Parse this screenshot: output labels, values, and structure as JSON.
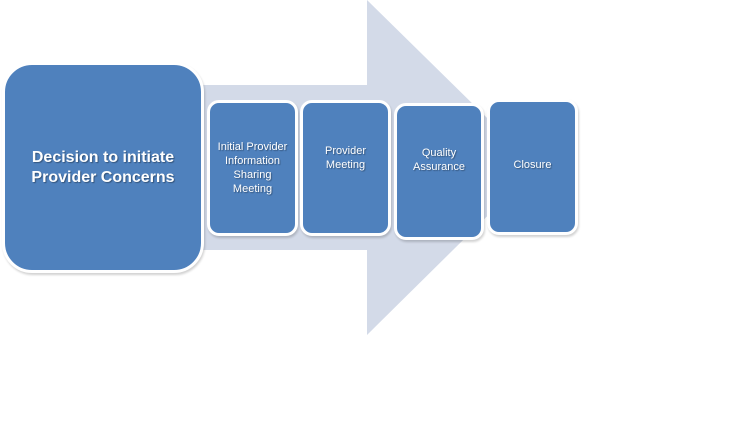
{
  "diagram": {
    "colors": {
      "arrow_fill": "#d3dae8",
      "box_fill": "#4f81bd",
      "box_border": "#ffffff",
      "text": "#ffffff"
    },
    "start": {
      "label": "Decision to initiate Provider Concerns"
    },
    "steps": [
      {
        "label": "Initial Provider Information Sharing Meeting"
      },
      {
        "label": "Provider Meeting"
      },
      {
        "label": "Quality Assurance"
      },
      {
        "label": "Closure"
      }
    ]
  }
}
